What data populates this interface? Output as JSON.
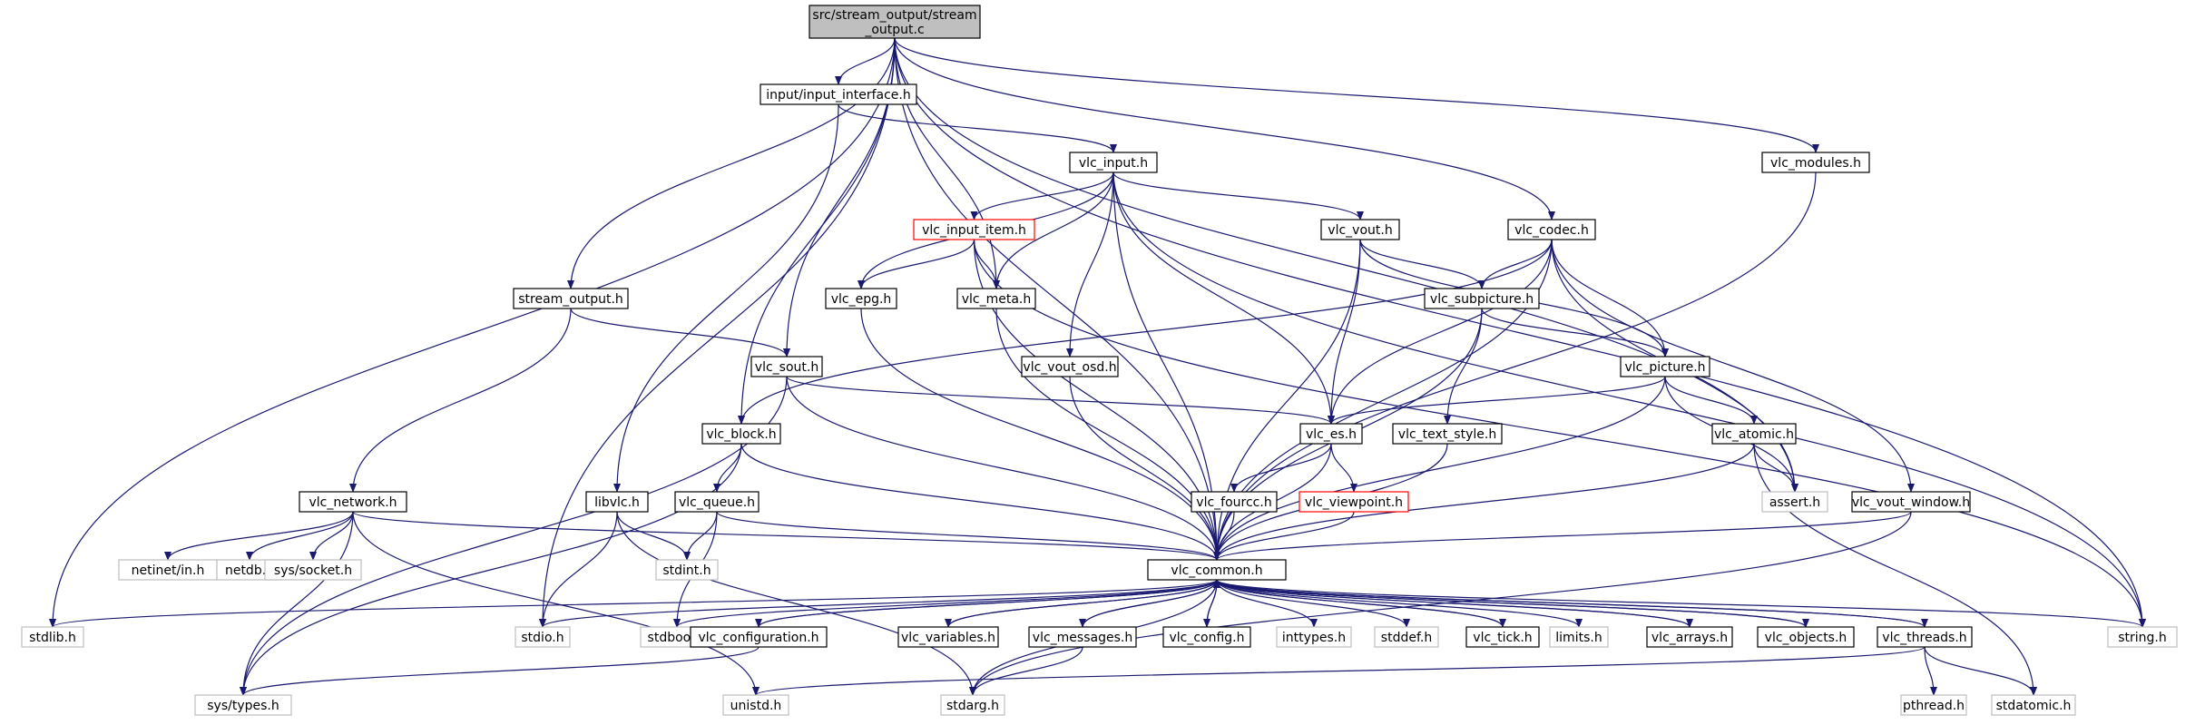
{
  "colors": {
    "edge": "#191970",
    "box_border": "#000000",
    "red_border": "#ff0000",
    "grey_border": "#bfbfbf",
    "root_fill": "#bfbfbf",
    "grey_text": "#404040"
  },
  "nodes": {
    "root": {
      "label_lines": [
        "src/stream_output/stream",
        "_output.c"
      ],
      "style": "root"
    },
    "input_interface": {
      "label_lines": [
        "input/input_interface.h"
      ],
      "style": "normal"
    },
    "vlc_input": {
      "label_lines": [
        "vlc_input.h"
      ],
      "style": "normal"
    },
    "vlc_modules": {
      "label_lines": [
        "vlc_modules.h"
      ],
      "style": "normal"
    },
    "vlc_input_item": {
      "label_lines": [
        "vlc_input_item.h"
      ],
      "style": "red"
    },
    "vlc_vout": {
      "label_lines": [
        "vlc_vout.h"
      ],
      "style": "normal"
    },
    "vlc_codec": {
      "label_lines": [
        "vlc_codec.h"
      ],
      "style": "normal"
    },
    "stream_output": {
      "label_lines": [
        "stream_output.h"
      ],
      "style": "normal"
    },
    "vlc_epg": {
      "label_lines": [
        "vlc_epg.h"
      ],
      "style": "normal"
    },
    "vlc_meta": {
      "label_lines": [
        "vlc_meta.h"
      ],
      "style": "normal"
    },
    "vlc_subpicture": {
      "label_lines": [
        "vlc_subpicture.h"
      ],
      "style": "normal"
    },
    "vlc_sout": {
      "label_lines": [
        "vlc_sout.h"
      ],
      "style": "normal"
    },
    "vlc_vout_osd": {
      "label_lines": [
        "vlc_vout_osd.h"
      ],
      "style": "normal"
    },
    "vlc_picture": {
      "label_lines": [
        "vlc_picture.h"
      ],
      "style": "normal"
    },
    "vlc_block": {
      "label_lines": [
        "vlc_block.h"
      ],
      "style": "normal"
    },
    "vlc_es": {
      "label_lines": [
        "vlc_es.h"
      ],
      "style": "normal"
    },
    "vlc_text_style": {
      "label_lines": [
        "vlc_text_style.h"
      ],
      "style": "normal"
    },
    "vlc_atomic": {
      "label_lines": [
        "vlc_atomic.h"
      ],
      "style": "normal"
    },
    "vlc_network": {
      "label_lines": [
        "vlc_network.h"
      ],
      "style": "normal"
    },
    "libvlc": {
      "label_lines": [
        "libvlc.h"
      ],
      "style": "normal"
    },
    "vlc_queue": {
      "label_lines": [
        "vlc_queue.h"
      ],
      "style": "normal"
    },
    "vlc_fourcc": {
      "label_lines": [
        "vlc_fourcc.h"
      ],
      "style": "normal"
    },
    "vlc_viewpoint": {
      "label_lines": [
        "vlc_viewpoint.h"
      ],
      "style": "red"
    },
    "assert": {
      "label_lines": [
        "assert.h"
      ],
      "style": "grey"
    },
    "vlc_vout_window": {
      "label_lines": [
        "vlc_vout_window.h"
      ],
      "style": "normal"
    },
    "netinet_in": {
      "label_lines": [
        "netinet/in.h"
      ],
      "style": "grey"
    },
    "netdb": {
      "label_lines": [
        "netdb.h"
      ],
      "style": "grey"
    },
    "sys_socket": {
      "label_lines": [
        "sys/socket.h"
      ],
      "style": "grey"
    },
    "stdint": {
      "label_lines": [
        "stdint.h"
      ],
      "style": "grey"
    },
    "vlc_common": {
      "label_lines": [
        "vlc_common.h"
      ],
      "style": "normal"
    },
    "stdlib": {
      "label_lines": [
        "stdlib.h"
      ],
      "style": "grey"
    },
    "stdio": {
      "label_lines": [
        "stdio.h"
      ],
      "style": "grey"
    },
    "stdbool": {
      "label_lines": [
        "stdbool.h"
      ],
      "style": "grey"
    },
    "vlc_configuration": {
      "label_lines": [
        "vlc_configuration.h"
      ],
      "style": "normal"
    },
    "vlc_variables": {
      "label_lines": [
        "vlc_variables.h"
      ],
      "style": "normal"
    },
    "vlc_messages": {
      "label_lines": [
        "vlc_messages.h"
      ],
      "style": "normal"
    },
    "vlc_config": {
      "label_lines": [
        "vlc_config.h"
      ],
      "style": "normal"
    },
    "inttypes": {
      "label_lines": [
        "inttypes.h"
      ],
      "style": "grey"
    },
    "stddef": {
      "label_lines": [
        "stddef.h"
      ],
      "style": "grey"
    },
    "vlc_tick": {
      "label_lines": [
        "vlc_tick.h"
      ],
      "style": "normal"
    },
    "limits": {
      "label_lines": [
        "limits.h"
      ],
      "style": "grey"
    },
    "vlc_arrays": {
      "label_lines": [
        "vlc_arrays.h"
      ],
      "style": "normal"
    },
    "vlc_objects": {
      "label_lines": [
        "vlc_objects.h"
      ],
      "style": "normal"
    },
    "vlc_threads": {
      "label_lines": [
        "vlc_threads.h"
      ],
      "style": "normal"
    },
    "string": {
      "label_lines": [
        "string.h"
      ],
      "style": "grey"
    },
    "sys_types": {
      "label_lines": [
        "sys/types.h"
      ],
      "style": "grey"
    },
    "unistd": {
      "label_lines": [
        "unistd.h"
      ],
      "style": "grey"
    },
    "stdarg": {
      "label_lines": [
        "stdarg.h"
      ],
      "style": "grey"
    },
    "pthread": {
      "label_lines": [
        "pthread.h"
      ],
      "style": "grey"
    },
    "stdatomic": {
      "label_lines": [
        "stdatomic.h"
      ],
      "style": "grey"
    }
  },
  "edges": [
    [
      "root",
      "input_interface"
    ],
    [
      "root",
      "vlc_modules"
    ],
    [
      "root",
      "vlc_codec"
    ],
    [
      "root",
      "stream_output"
    ],
    [
      "root",
      "vlc_meta"
    ],
    [
      "root",
      "vlc_sout"
    ],
    [
      "root",
      "vlc_block"
    ],
    [
      "root",
      "stdio"
    ],
    [
      "root",
      "stdlib"
    ],
    [
      "root",
      "vlc_common"
    ],
    [
      "root",
      "string"
    ],
    [
      "root",
      "assert"
    ],
    [
      "input_interface",
      "vlc_input"
    ],
    [
      "input_interface",
      "libvlc"
    ],
    [
      "vlc_input",
      "vlc_input_item"
    ],
    [
      "vlc_input",
      "vlc_epg"
    ],
    [
      "vlc_input",
      "vlc_meta"
    ],
    [
      "vlc_input",
      "vlc_vout"
    ],
    [
      "vlc_input",
      "vlc_vout_osd"
    ],
    [
      "vlc_input",
      "vlc_es"
    ],
    [
      "vlc_input",
      "vlc_common"
    ],
    [
      "vlc_input",
      "string"
    ],
    [
      "vlc_input_item",
      "vlc_epg"
    ],
    [
      "vlc_input_item",
      "vlc_meta"
    ],
    [
      "vlc_input_item",
      "vlc_common"
    ],
    [
      "vlc_input_item",
      "string"
    ],
    [
      "vlc_vout",
      "vlc_subpicture"
    ],
    [
      "vlc_vout",
      "vlc_picture"
    ],
    [
      "vlc_vout",
      "vlc_es"
    ],
    [
      "vlc_vout",
      "vlc_common"
    ],
    [
      "vlc_codec",
      "vlc_subpicture"
    ],
    [
      "vlc_codec",
      "vlc_picture"
    ],
    [
      "vlc_codec",
      "vlc_es"
    ],
    [
      "vlc_codec",
      "vlc_block"
    ],
    [
      "vlc_codec",
      "vlc_vout_window"
    ],
    [
      "vlc_codec",
      "assert"
    ],
    [
      "vlc_codec",
      "vlc_common"
    ],
    [
      "vlc_modules",
      "vlc_common"
    ],
    [
      "stream_output",
      "vlc_sout"
    ],
    [
      "stream_output",
      "vlc_network"
    ],
    [
      "vlc_epg",
      "vlc_common"
    ],
    [
      "vlc_meta",
      "vlc_common"
    ],
    [
      "vlc_subpicture",
      "vlc_picture"
    ],
    [
      "vlc_subpicture",
      "vlc_text_style"
    ],
    [
      "vlc_subpicture",
      "vlc_common"
    ],
    [
      "vlc_sout",
      "vlc_es"
    ],
    [
      "vlc_sout",
      "vlc_common"
    ],
    [
      "vlc_sout",
      "sys_types"
    ],
    [
      "vlc_vout_osd",
      "vlc_common"
    ],
    [
      "vlc_picture",
      "vlc_es"
    ],
    [
      "vlc_picture",
      "vlc_atomic"
    ],
    [
      "vlc_picture",
      "assert"
    ],
    [
      "vlc_picture",
      "vlc_common"
    ],
    [
      "vlc_block",
      "vlc_queue"
    ],
    [
      "vlc_block",
      "sys_types"
    ],
    [
      "vlc_block",
      "vlc_common"
    ],
    [
      "vlc_es",
      "vlc_fourcc"
    ],
    [
      "vlc_es",
      "vlc_viewpoint"
    ],
    [
      "vlc_es",
      "vlc_common"
    ],
    [
      "vlc_text_style",
      "vlc_common"
    ],
    [
      "vlc_atomic",
      "assert"
    ],
    [
      "vlc_atomic",
      "stdatomic"
    ],
    [
      "vlc_atomic",
      "vlc_common"
    ],
    [
      "vlc_network",
      "netinet_in"
    ],
    [
      "vlc_network",
      "netdb"
    ],
    [
      "vlc_network",
      "sys_socket"
    ],
    [
      "vlc_network",
      "sys_types"
    ],
    [
      "vlc_network",
      "unistd"
    ],
    [
      "vlc_network",
      "vlc_common"
    ],
    [
      "libvlc",
      "stdint"
    ],
    [
      "libvlc",
      "stdio"
    ],
    [
      "libvlc",
      "stdarg"
    ],
    [
      "vlc_queue",
      "stdint"
    ],
    [
      "vlc_queue",
      "stdbool"
    ],
    [
      "vlc_queue",
      "vlc_common"
    ],
    [
      "vlc_fourcc",
      "vlc_common"
    ],
    [
      "vlc_viewpoint",
      "vlc_common"
    ],
    [
      "vlc_vout_window",
      "vlc_common"
    ],
    [
      "vlc_vout_window",
      "stdarg"
    ],
    [
      "vlc_common",
      "stdlib"
    ],
    [
      "vlc_common",
      "stdio"
    ],
    [
      "vlc_common",
      "stdbool"
    ],
    [
      "vlc_common",
      "vlc_configuration"
    ],
    [
      "vlc_common",
      "vlc_variables"
    ],
    [
      "vlc_common",
      "vlc_messages"
    ],
    [
      "vlc_common",
      "vlc_config"
    ],
    [
      "vlc_common",
      "inttypes"
    ],
    [
      "vlc_common",
      "stddef"
    ],
    [
      "vlc_common",
      "vlc_tick"
    ],
    [
      "vlc_common",
      "limits"
    ],
    [
      "vlc_common",
      "vlc_arrays"
    ],
    [
      "vlc_common",
      "vlc_objects"
    ],
    [
      "vlc_common",
      "vlc_threads"
    ],
    [
      "vlc_common",
      "string"
    ],
    [
      "vlc_common",
      "stdarg"
    ],
    [
      "vlc_configuration",
      "vlc_common"
    ],
    [
      "vlc_configuration",
      "sys_types"
    ],
    [
      "vlc_variables",
      "vlc_common"
    ],
    [
      "vlc_messages",
      "vlc_common"
    ],
    [
      "vlc_messages",
      "stdarg"
    ],
    [
      "vlc_config",
      "vlc_common"
    ],
    [
      "vlc_tick",
      "vlc_common"
    ],
    [
      "vlc_arrays",
      "vlc_common"
    ],
    [
      "vlc_objects",
      "vlc_common"
    ],
    [
      "vlc_threads",
      "vlc_common"
    ],
    [
      "vlc_threads",
      "pthread"
    ],
    [
      "vlc_threads",
      "stdatomic"
    ],
    [
      "vlc_threads",
      "unistd"
    ]
  ]
}
